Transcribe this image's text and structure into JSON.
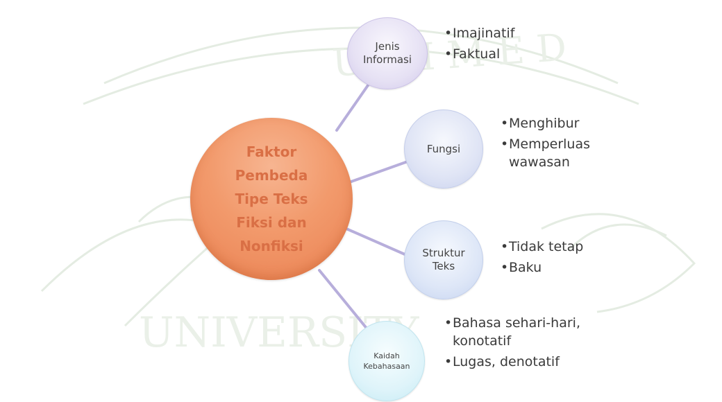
{
  "center": {
    "lines": [
      "Faktor",
      "Pembeda",
      "Tipe Teks",
      "Fiksi dan",
      "Nonfiksi"
    ]
  },
  "nodes": [
    {
      "label_lines": [
        "Jenis",
        "Informasi"
      ],
      "bullets": [
        "Imajinatif",
        "Faktual"
      ]
    },
    {
      "label_lines": [
        "Fungsi"
      ],
      "bullets": [
        "Menghibur",
        "Memperluas wawasan"
      ]
    },
    {
      "label_lines": [
        "Struktur",
        "Teks"
      ],
      "bullets": [
        "Tidak tetap",
        "Baku"
      ]
    },
    {
      "label_lines": [
        "Kaidah",
        "Kebahasaan"
      ],
      "bullets": [
        "Bahasa sehari-hari, konotatif",
        "Lugas, denotatif"
      ]
    }
  ],
  "colors": {
    "connector": "#b7aedb",
    "center_text": "#d96f45",
    "center_fill": "#f29a6c",
    "watermark": "#dfe9dc"
  }
}
